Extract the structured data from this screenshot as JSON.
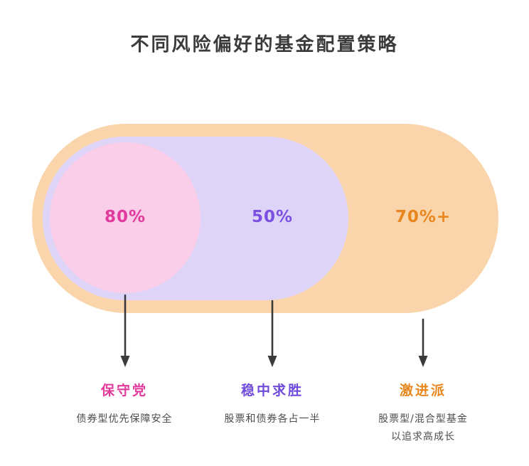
{
  "title": "不同风险偏好的基金配置策略",
  "colors": {
    "orange_fill": "#FAD5AB",
    "purple_fill": "#DDD4F8",
    "pink_fill": "#FACDE9",
    "conservative_text": "#E2399C",
    "balanced_text": "#6F4BDB",
    "aggressive_text": "#E8861D",
    "arrow": "#3a3a3a",
    "title_text": "#3b3b3b",
    "description_text": "#4d4d4d"
  },
  "segments": [
    {
      "id": "conservative",
      "percent": "80%",
      "label": "保守党",
      "description": "债券型优先保障安全"
    },
    {
      "id": "balanced",
      "percent": "50%",
      "label": "稳中求胜",
      "description": "股票和债券各占一半"
    },
    {
      "id": "aggressive",
      "percent": "70%+",
      "label": "激进派",
      "description": "股票型/混合型基金\n以追求高成长"
    }
  ]
}
